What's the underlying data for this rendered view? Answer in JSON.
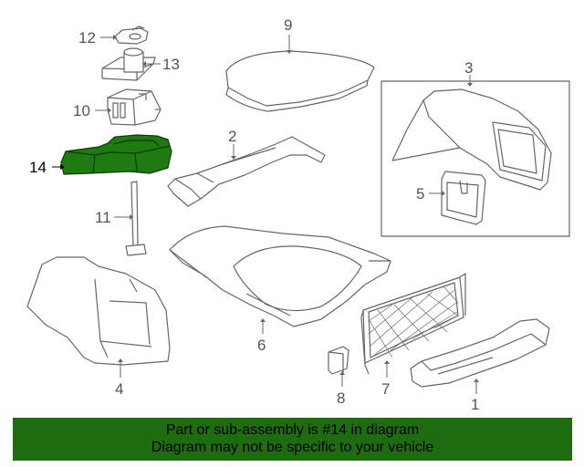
{
  "callouts": {
    "c1": "1",
    "c2": "2",
    "c3": "3",
    "c4": "4",
    "c5": "5",
    "c6": "6",
    "c7": "7",
    "c8": "8",
    "c9": "9",
    "c10": "10",
    "c11": "11",
    "c12": "12",
    "c13": "13",
    "c14": "14"
  },
  "highlighted_part": "14",
  "colors": {
    "highlight": "#1f7a12",
    "banner": "#1f6b0f",
    "line": "#666666"
  },
  "banner": {
    "line1": "Part or sub-assembly is #14 in diagram",
    "line2": "Diagram may not be specific to your vehicle"
  }
}
